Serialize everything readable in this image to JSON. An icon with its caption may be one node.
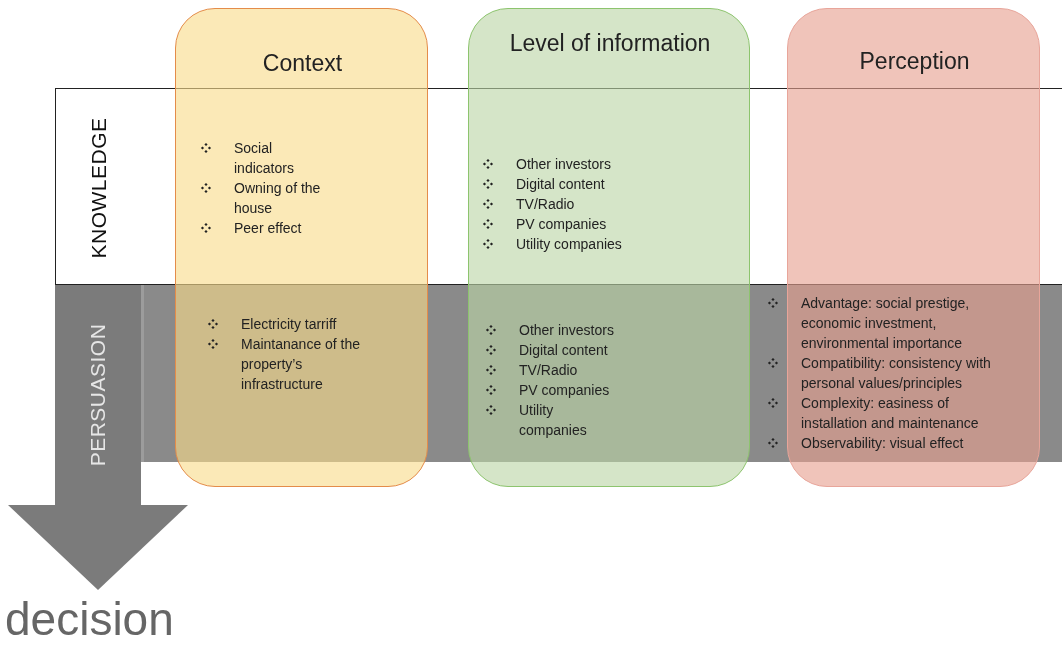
{
  "diagram": {
    "nodes": [
      {
        "text": [
          "Context",
          "Social indicators",
          "Owning of the house",
          "Peer effect",
          "Electricity tarriff",
          "Maintanance of the property’s infrastructure"
        ]
      },
      {
        "text": [
          "Level of information",
          "Other investors",
          "Digital content",
          "TV/Radio",
          "PV companies",
          "Utility companies",
          "Other investors",
          "Digital content",
          "TV/Radio",
          "PV companies",
          "Utility companies"
        ]
      },
      {
        "text": [
          "Perception",
          "Advantage: social prestige, economic investment, environmental importance",
          "Compatibility: consistency with personal values/principles",
          "Complexity: easiness of installation and maintenance",
          "Observability: visual effect"
        ]
      },
      {
        "text": [
          "KNOWLEDGE"
        ]
      },
      {
        "text": [
          "PERSUASION"
        ]
      },
      {
        "text": [
          "decision"
        ]
      }
    ],
    "edges": [
      {
        "from": 4,
        "to": 5,
        "arrow": "to"
      }
    ]
  }
}
